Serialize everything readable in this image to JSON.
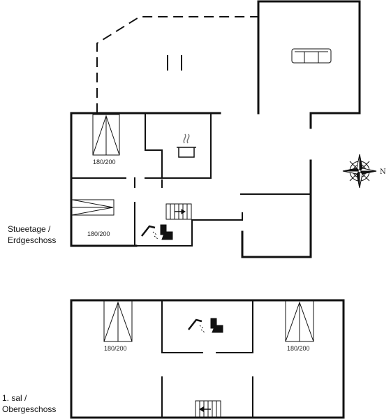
{
  "floors": [
    {
      "id": "ground",
      "label_line1": "Stueetage /",
      "label_line2": "Erdgeschoss"
    },
    {
      "id": "first",
      "label_line1": "1. sal /",
      "label_line2": "Obergeschoss"
    }
  ],
  "beds": [
    {
      "id": "ground-bed-1",
      "size": "180/200"
    },
    {
      "id": "ground-bed-2",
      "size": "180/200"
    },
    {
      "id": "upper-bed-1",
      "size": "180/200"
    },
    {
      "id": "upper-bed-2",
      "size": "180/200"
    }
  ],
  "compass": {
    "north_label": "N"
  },
  "colors": {
    "wall": "#111111",
    "background": "#ffffff"
  }
}
